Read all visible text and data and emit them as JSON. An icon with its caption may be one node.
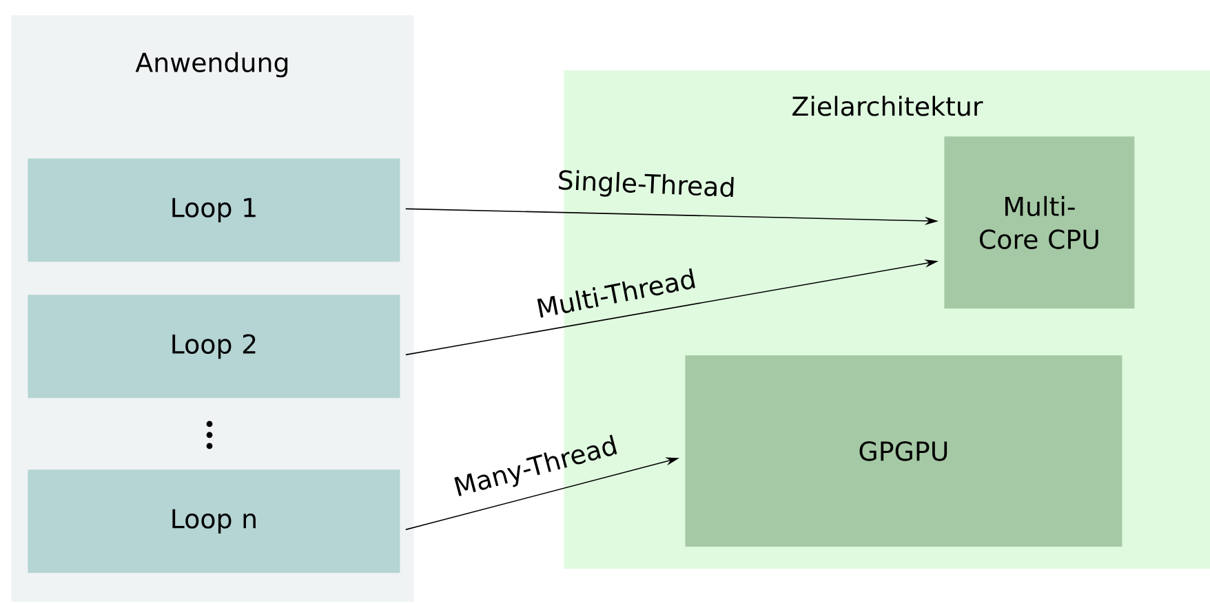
{
  "diagram": {
    "nodes": [
      {
        "text": [
          "Anwendung"
        ]
      },
      {
        "text": [
          "Loop 1"
        ],
        "in": 0
      },
      {
        "text": [
          "Loop 2"
        ],
        "in": 0
      },
      {
        "text": [
          "Loop n"
        ],
        "in": 0
      },
      {
        "text": [
          "Zielarchitektur"
        ]
      },
      {
        "text": [
          "Multi-Core CPU"
        ],
        "in": 4
      },
      {
        "text": [
          "GPGPU"
        ],
        "in": 4
      }
    ],
    "edges": [
      {
        "from": 1,
        "to": 5,
        "arrow": "to",
        "label": "Single-Thread"
      },
      {
        "from": 2,
        "to": 5,
        "arrow": "to",
        "label": "Multi-Thread"
      },
      {
        "from": 3,
        "to": 6,
        "arrow": "to",
        "label": "Many-Thread"
      }
    ]
  }
}
